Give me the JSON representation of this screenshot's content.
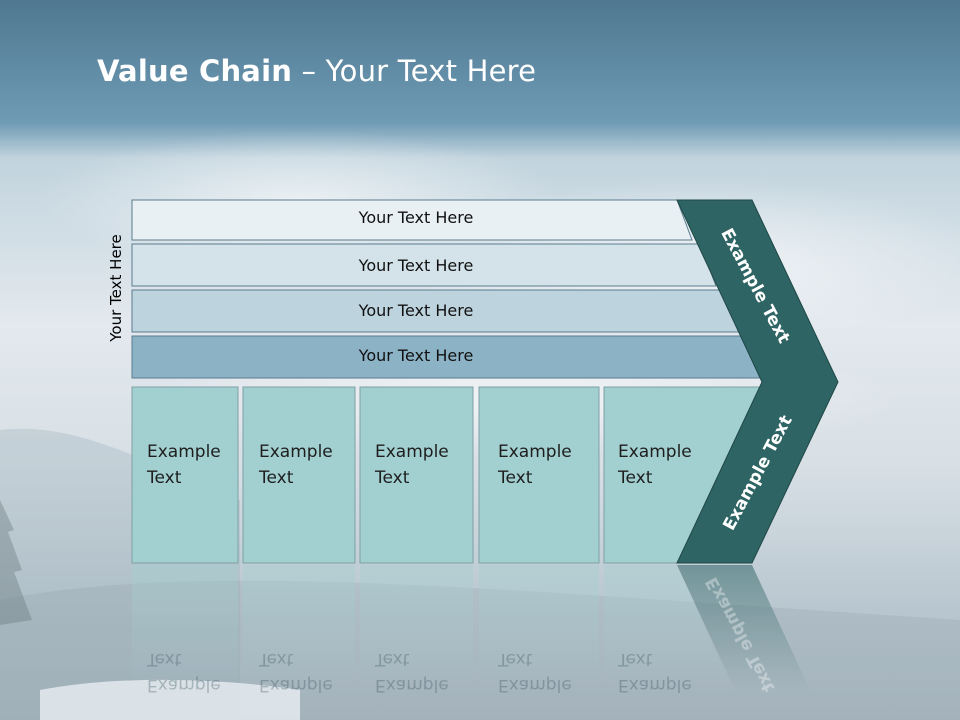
{
  "slide": {
    "title_bold": "Value Chain",
    "title_rest": " – Your Text Here",
    "vertical_label": "Your Text Here"
  },
  "rows": [
    {
      "label": "Your Text Here"
    },
    {
      "label": "Your Text Here"
    },
    {
      "label": "Your Text Here"
    },
    {
      "label": "Your Text Here"
    }
  ],
  "columns": [
    {
      "line1": "Example",
      "line2": "Text"
    },
    {
      "line1": "Example",
      "line2": "Text"
    },
    {
      "line1": "Example",
      "line2": "Text"
    },
    {
      "line1": "Example",
      "line2": "Text"
    },
    {
      "line1": "Example",
      "line2": "Text"
    }
  ],
  "chevron": {
    "upper_label": "Example Text",
    "lower_label": "Example Text"
  },
  "colors": {
    "chevron": "#2f6464",
    "column_fill": "#a2cfcf",
    "row_fills": [
      "#e8f0f4",
      "#d4e3ea",
      "#bdd3de",
      "#8cb2c6"
    ],
    "header_band": "#5d8ca6"
  }
}
